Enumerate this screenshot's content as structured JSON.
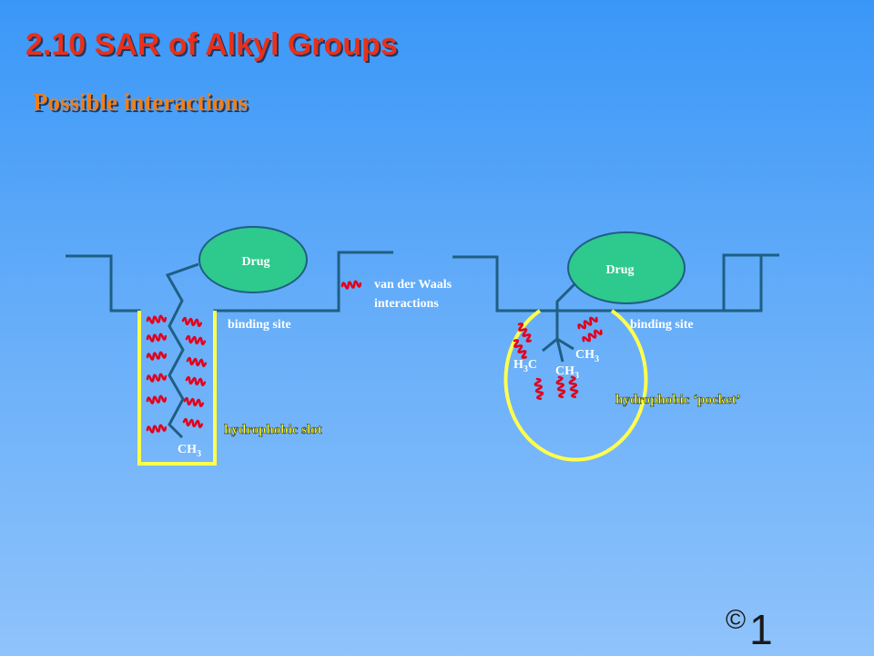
{
  "slide": {
    "title": "2.10  SAR of Alkyl Groups",
    "subtitle": "Possible interactions",
    "copyright_symbol": "©",
    "copyright_number": "1"
  },
  "diagram": {
    "left": {
      "drug_label": "Drug",
      "binding_site_label": "binding site",
      "ch3_label": "CH",
      "ch3_sub": "3",
      "region_label": "hydrophobic slot"
    },
    "legend": {
      "line1": "van der Waals",
      "line2": "interactions"
    },
    "right": {
      "drug_label": "Drug",
      "binding_site_label": "binding site",
      "h3c_h": "H",
      "h3c_sub": "3",
      "h3c_c": "C",
      "ch3a_label": "CH",
      "ch3a_sub": "3",
      "ch3b_label": "CH",
      "ch3b_sub": "3",
      "region_label": "hydrophobic ‘pocket’"
    }
  },
  "colors": {
    "site_line": "#1f5f84",
    "drug_fill": "#2ec98d",
    "slot_line": "#ffff4d",
    "wavy": "#e3001b"
  }
}
